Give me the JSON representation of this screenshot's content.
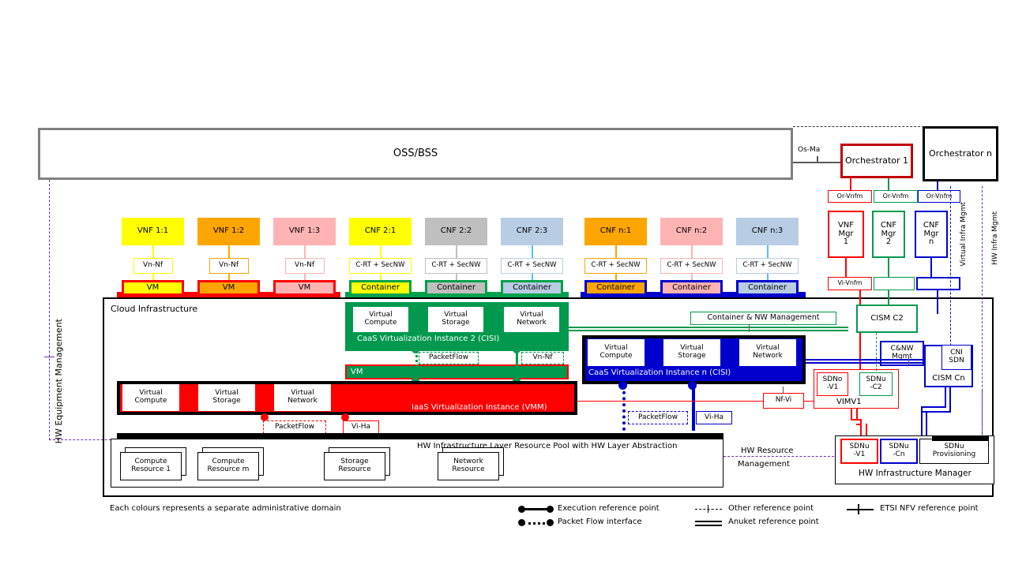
{
  "top": {
    "ossbss": "OSS/BSS",
    "os_ma": "Os-Ma",
    "orchestrator1": "Orchestrator 1",
    "orchestrator_n": "Orchestrator n"
  },
  "left_label": "HW Equipment Management",
  "right_labels": {
    "virtual_infra_mgmt": "Virtual Infra Mgmt",
    "hw_infra_mgmt": "HW Infra Mgmt",
    "hw_resource_mgmt_l1": "HW Resource",
    "hw_resource_mgmt_l2": "Management"
  },
  "functions_row": [
    {
      "name": "VNF 1:1",
      "fill": "#ffff00",
      "border": "#ffff00",
      "iface": "Vn-Nf",
      "host": "VM",
      "host_fill": "#ffff00",
      "host_border": "#ff0000",
      "accent": "#ffff00"
    },
    {
      "name": "VNF 1:2",
      "fill": "#ffa500",
      "border": "#ffa500",
      "iface": "Vn-Nf",
      "host": "VM",
      "host_fill": "#ffa500",
      "host_border": "#ff0000",
      "accent": "#ffa500"
    },
    {
      "name": "VNF 1:3",
      "fill": "#ffb3b3",
      "border": "#ffb3b3",
      "iface": "Vn-Nf",
      "host": "VM",
      "host_fill": "#ffb3b3",
      "host_border": "#ff0000",
      "accent": "#ffb3b3"
    },
    {
      "name": "CNF 2:1",
      "fill": "#ffff00",
      "border": "#ffff00",
      "iface": "C-RT + SecNW",
      "host": "Container",
      "host_fill": "#ffff00",
      "host_border": "#00a14b",
      "accent": "#ffff00"
    },
    {
      "name": "CNF 2:2",
      "fill": "#bfbfbf",
      "border": "#bfbfbf",
      "iface": "C-RT + SecNW",
      "host": "Container",
      "host_fill": "#bfbfbf",
      "host_border": "#00a14b",
      "accent": "#bfbfbf"
    },
    {
      "name": "CNF 2:3",
      "fill": "#b8cce4",
      "border": "#b8cce4",
      "iface": "C-RT + SecNW",
      "host": "Container",
      "host_fill": "#b8cce4",
      "host_border": "#00a14b",
      "accent": "#4fc3f7"
    },
    {
      "name": "CNF n:1",
      "fill": "#ffa500",
      "border": "#ffa500",
      "iface": "C-RT + SecNW",
      "host": "Container",
      "host_fill": "#ffa500",
      "host_border": "#0000cc",
      "accent": "#ffa500"
    },
    {
      "name": "CNF n:2",
      "fill": "#ffb3b3",
      "border": "#ffb3b3",
      "iface": "C-RT + SecNW",
      "host": "Container",
      "host_fill": "#ffb3b3",
      "host_border": "#0000cc",
      "accent": "#ffb3b3"
    },
    {
      "name": "CNF n:3",
      "fill": "#b8cce4",
      "border": "#b8cce4",
      "iface": "C-RT + SecNW",
      "host": "Container",
      "host_fill": "#b8cce4",
      "host_border": "#0000cc",
      "accent": "#4fc3f7"
    }
  ],
  "cloud": {
    "title": "Cloud Infrastructure",
    "caas2": {
      "title": "CaaS Virtualization Instance 2 (CISI)",
      "resources": [
        "Virtual Compute",
        "Virtual Storage",
        "Virtual Network"
      ],
      "color": "#00994d",
      "vm_label": "VM",
      "packetflow": "PacketFlow",
      "vn_nf": "Vn-Nf"
    },
    "caasn": {
      "title": "CaaS Virtualization Instance n (CISI)",
      "resources": [
        "Virtual Compute",
        "Virtual Storage",
        "Virtual Network"
      ],
      "color": "#0000cc",
      "packetflow": "PacketFlow",
      "vi_ha": "Vi-Ha"
    },
    "iaas": {
      "title": "IaaS Virtualization Instance (VMM)",
      "resources": [
        "Virtual Compute",
        "Virtual Storage",
        "Virtual Network"
      ],
      "color": "#ff0000",
      "packetflow": "PacketFlow",
      "vi_ha": "Vi-Ha"
    },
    "hw_pool": {
      "title": "HW Infrastructure Layer Resource Pool with HW Layer Abstraction",
      "resources": [
        "Compute Resource 1",
        "Compute Resource m",
        "Storage Resource",
        "Network Resource"
      ]
    }
  },
  "management": {
    "or_vnfm": "Or-Vnfm",
    "vi_vnfm": "Vi-Vnfm",
    "managers": [
      {
        "label": "VNF Mgr 1",
        "color": "#ff0000"
      },
      {
        "label": "CNF Mgr 2",
        "color": "#00994d"
      },
      {
        "label": "CNF Mgr n",
        "color": "#0000cc"
      }
    ],
    "container_nw_mgmt": "Container & NW Management",
    "cism_c2": "CISM C2",
    "cnw_mgmt": "C&NW Mgmt",
    "cism_cn": "CISM Cn",
    "cni_sdn": "CNI SDN",
    "nf_vi": "Nf-Vi",
    "vim": {
      "name": "VIMV1",
      "sdno_v1": "SDNo -V1",
      "sdnu_c2": "SDNu -C2"
    },
    "him": {
      "title": "HW Infrastructure Manager",
      "sdnu_v1": "SDNu -V1",
      "sdnu_cn": "SDNu -Cn",
      "sdnu_prov": "SDNu Provisioning"
    }
  },
  "footer": {
    "note": "Each colours represents a separate administrative domain",
    "legend": [
      {
        "label": "Execution reference point",
        "style": "exec"
      },
      {
        "label": "Packet Flow interface",
        "style": "packet"
      },
      {
        "label": "Other reference point",
        "style": "other"
      },
      {
        "label": "Anuket  reference point",
        "style": "anuket"
      },
      {
        "label": "ETSI NFV reference point",
        "style": "etsi"
      }
    ]
  }
}
